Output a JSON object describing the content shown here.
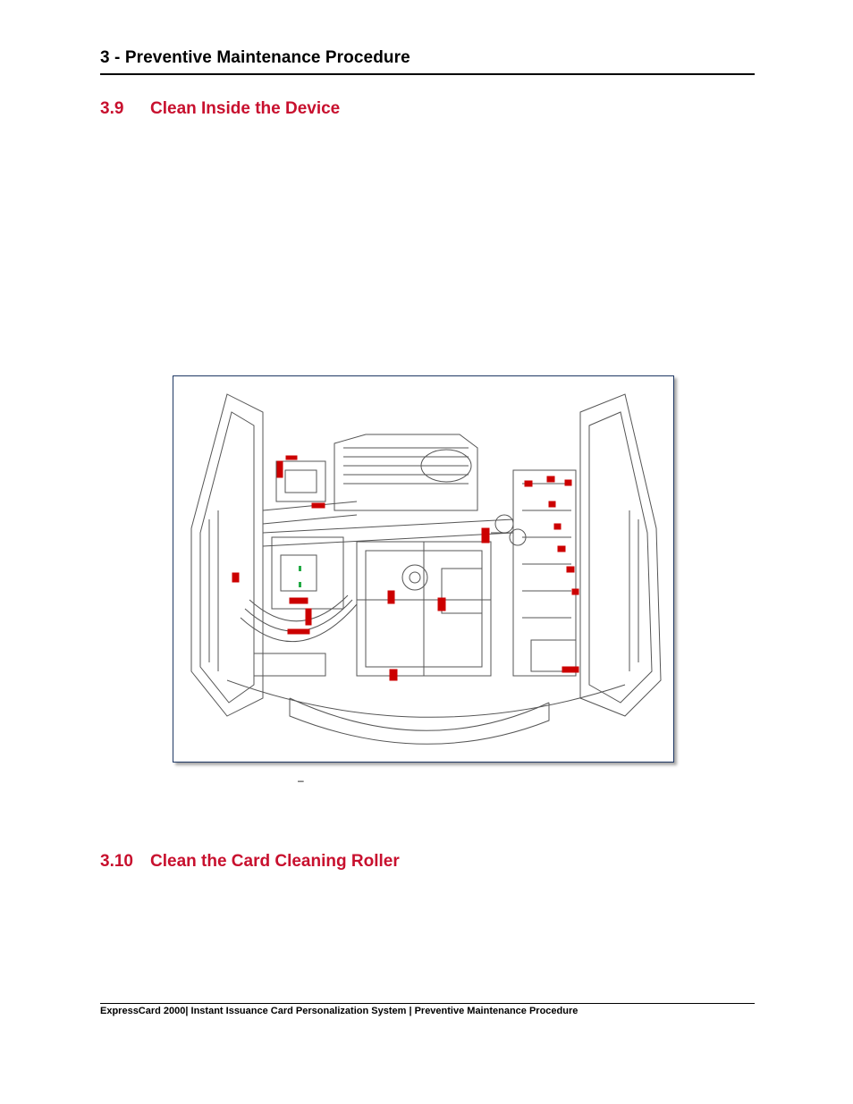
{
  "header": {
    "chapter_title": "3 - Preventive Maintenance Procedure"
  },
  "sections": [
    {
      "number": "3.9",
      "title": "Clean Inside the Device"
    },
    {
      "number": "3.10",
      "title": "Clean the Card Cleaning Roller"
    }
  ],
  "figure": {
    "caption_fragment": "–",
    "highlight_color": "#cc0000",
    "line_color": "#555555",
    "frame_color": "#1f3864"
  },
  "footer": {
    "text": "ExpressCard 2000| Instant Issuance Card Personalization System | Preventive Maintenance Procedure"
  }
}
